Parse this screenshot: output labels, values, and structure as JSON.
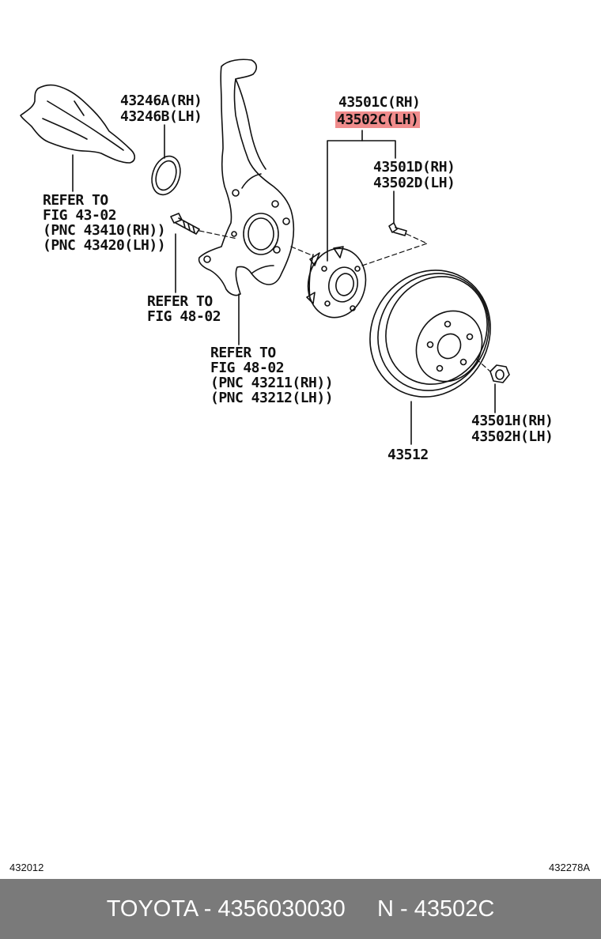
{
  "labels": {
    "seal_rh": "43246A(RH)",
    "seal_lh": "43246B(LH)",
    "hub_rh": "43501C(RH)",
    "hub_lh": "43502C(LH)",
    "bolt_rh": "43501D(RH)",
    "bolt_lh": "43502D(LH)",
    "refer_1": [
      "REFER TO",
      "FIG 43-02",
      "(PNC 43410(RH))",
      "(PNC 43420(LH))"
    ],
    "refer_2": [
      "REFER TO",
      "FIG 48-02"
    ],
    "refer_3": [
      "REFER TO",
      "FIG 48-02",
      "(PNC 43211(RH))",
      "(PNC 43212(LH))"
    ],
    "nut_rh": "43501H(RH)",
    "nut_lh": "43502H(LH)",
    "rotor": "43512"
  },
  "codes": {
    "left": "432012",
    "right": "432278A"
  },
  "footer": {
    "text": "TOYOTA - 4356030030     N - 43502C"
  },
  "colors": {
    "highlight": "#f08c8c",
    "footer_bg": "#7a7a7a"
  }
}
